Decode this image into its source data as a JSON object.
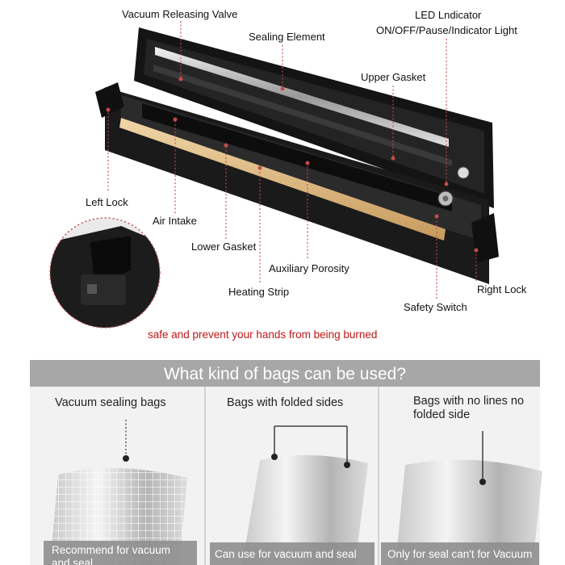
{
  "labels": {
    "vacuum_valve": "Vacuum Releasing Valve",
    "sealing_element": "Sealing Element",
    "led_line1": "LED Lndicator",
    "led_line2": "ON/OFF/Pause/Indicator Light",
    "upper_gasket": "Upper Gasket",
    "left_lock": "Left Lock",
    "air_intake": "Air Intake",
    "lower_gasket": "Lower Gasket",
    "auxiliary_porosity": "Auxiliary Porosity",
    "heating_strip": "Heating Strip",
    "right_lock": "Right Lock",
    "safety_switch": "Safety Switch"
  },
  "warning": "safe and prevent your hands from being burned",
  "bags_section": {
    "header": "What kind of bags can be used?",
    "columns": [
      {
        "title": [
          "Vacuum sealing bags"
        ],
        "footer": [
          "Recommend for vacuum",
          "and seal"
        ]
      },
      {
        "title": [
          "Bags with folded sides"
        ],
        "footer": [
          "Can use for vacuum and seal"
        ]
      },
      {
        "title": [
          "Bags with no lines no",
          "folded side"
        ],
        "footer": [
          "Only for seal can't for Vacuum"
        ]
      }
    ]
  },
  "colors": {
    "leader": "#c44a4a",
    "warning_text": "#c01616",
    "header_band": "#a7a7a7",
    "footer_band": "#8e8e8e",
    "device_body": "#1a1a1a"
  }
}
